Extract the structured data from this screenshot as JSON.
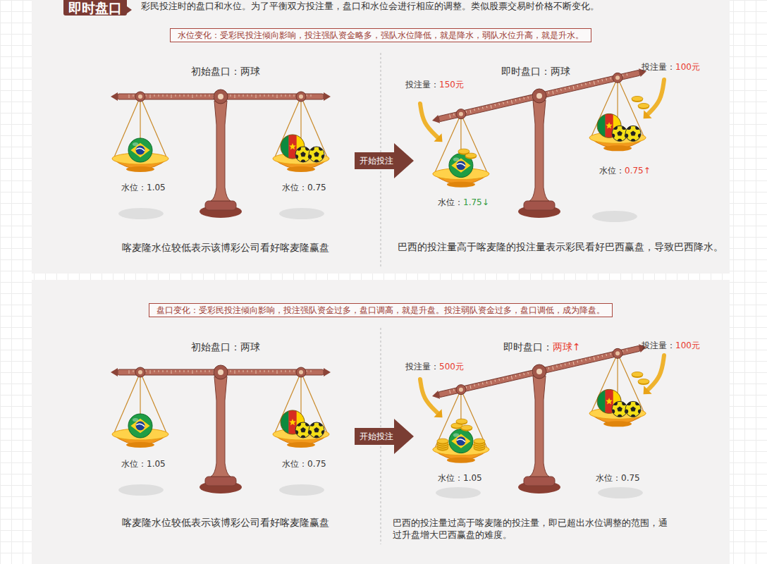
{
  "diagram": {
    "nodes": [
      {
        "text": [
          "即时盘口"
        ]
      },
      {
        "text": [
          "水位变化：受彩民投注倾向影响，投注强队资金略多，强队水位降低，就是降水，弱队水位升高，就是升水。"
        ]
      },
      {
        "text": [
          "开始投注"
        ]
      },
      {
        "text": [
          "盘口变化：受彩民投注倾向影响，投注强队资金过多，盘口调高，就是升盘。投注弱队资金过多，盘口调低，成为降盘。"
        ]
      },
      {
        "text": [
          "开始投注"
        ]
      }
    ],
    "labels": [
      "彩民投注时的盘口和水位。为了平衡双方投注量，盘口和水位会进行相应的调整。类似股票交易时价格不断变化。",
      "初始盘口：两球",
      "水位：1.05",
      "水位：0.75",
      "喀麦隆水位较低表示该博彩公司看好喀麦隆赢盘",
      "即时盘口：两球",
      "投注量：",
      "150元",
      "投注量：",
      "100元",
      "水位：",
      "1.75↓",
      "水位：",
      "0.75↑",
      "巴西的投注量高于喀麦隆的投注量表示彩民看好巴西赢盘，导致巴西降水。",
      "初始盘口：两球",
      "水位：1.05",
      "水位：0.75",
      "喀麦隆水位较低表示该博彩公司看好喀麦隆赢盘",
      "即时盘口：",
      "两球↑",
      "投注量：",
      "500元",
      "投注量：",
      "100元",
      "水位：1.05",
      "水位：0.75",
      "巴西的投注量过高于喀麦隆的投注量，即已超出水位调整的范围，通过升盘增大巴西赢盘的难度。"
    ]
  }
}
